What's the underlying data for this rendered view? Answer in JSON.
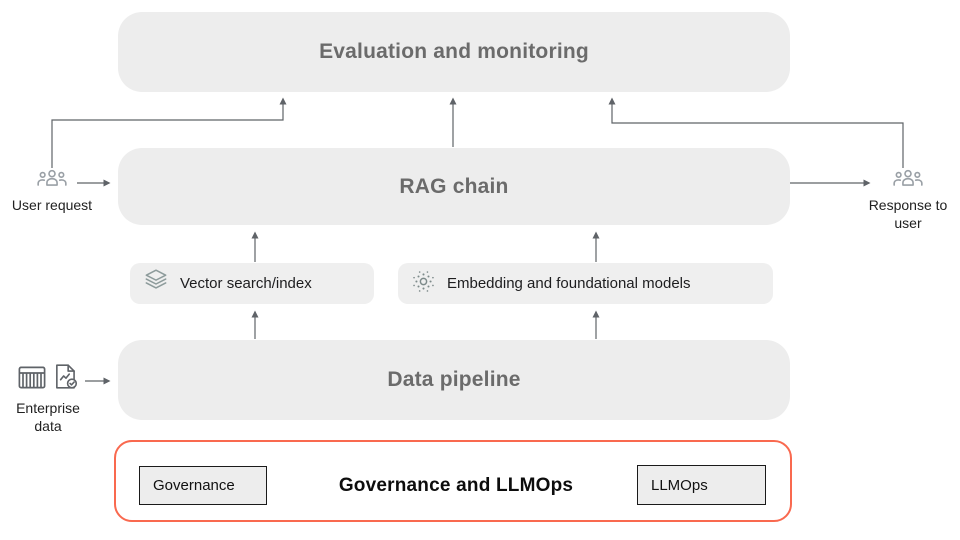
{
  "colors": {
    "box_bg": "#ededed",
    "small_box_bg": "#efefef",
    "title_text": "#6b6b6b",
    "body_text": "#1d1d1f",
    "arrow": "#5f6368",
    "red_frame": "#f9694f",
    "people_icon": "#9aa0a6",
    "data_icon": "#5f6368",
    "layers_icon": "#8d9b9b"
  },
  "boxes": {
    "evaluation": {
      "label": "Evaluation and monitoring"
    },
    "rag_chain": {
      "label": "RAG chain"
    },
    "vector_search": {
      "label": "Vector search/index"
    },
    "embedding": {
      "label": "Embedding and foundational models"
    },
    "data_pipeline": {
      "label": "Data pipeline"
    }
  },
  "governance": {
    "title": "Governance and LLMOps",
    "governance_chip": "Governance",
    "llmops_chip": "LLMOps"
  },
  "annotations": {
    "user_request": "User request",
    "response_to_user": "Response to user",
    "enterprise_data": "Enterprise data"
  }
}
